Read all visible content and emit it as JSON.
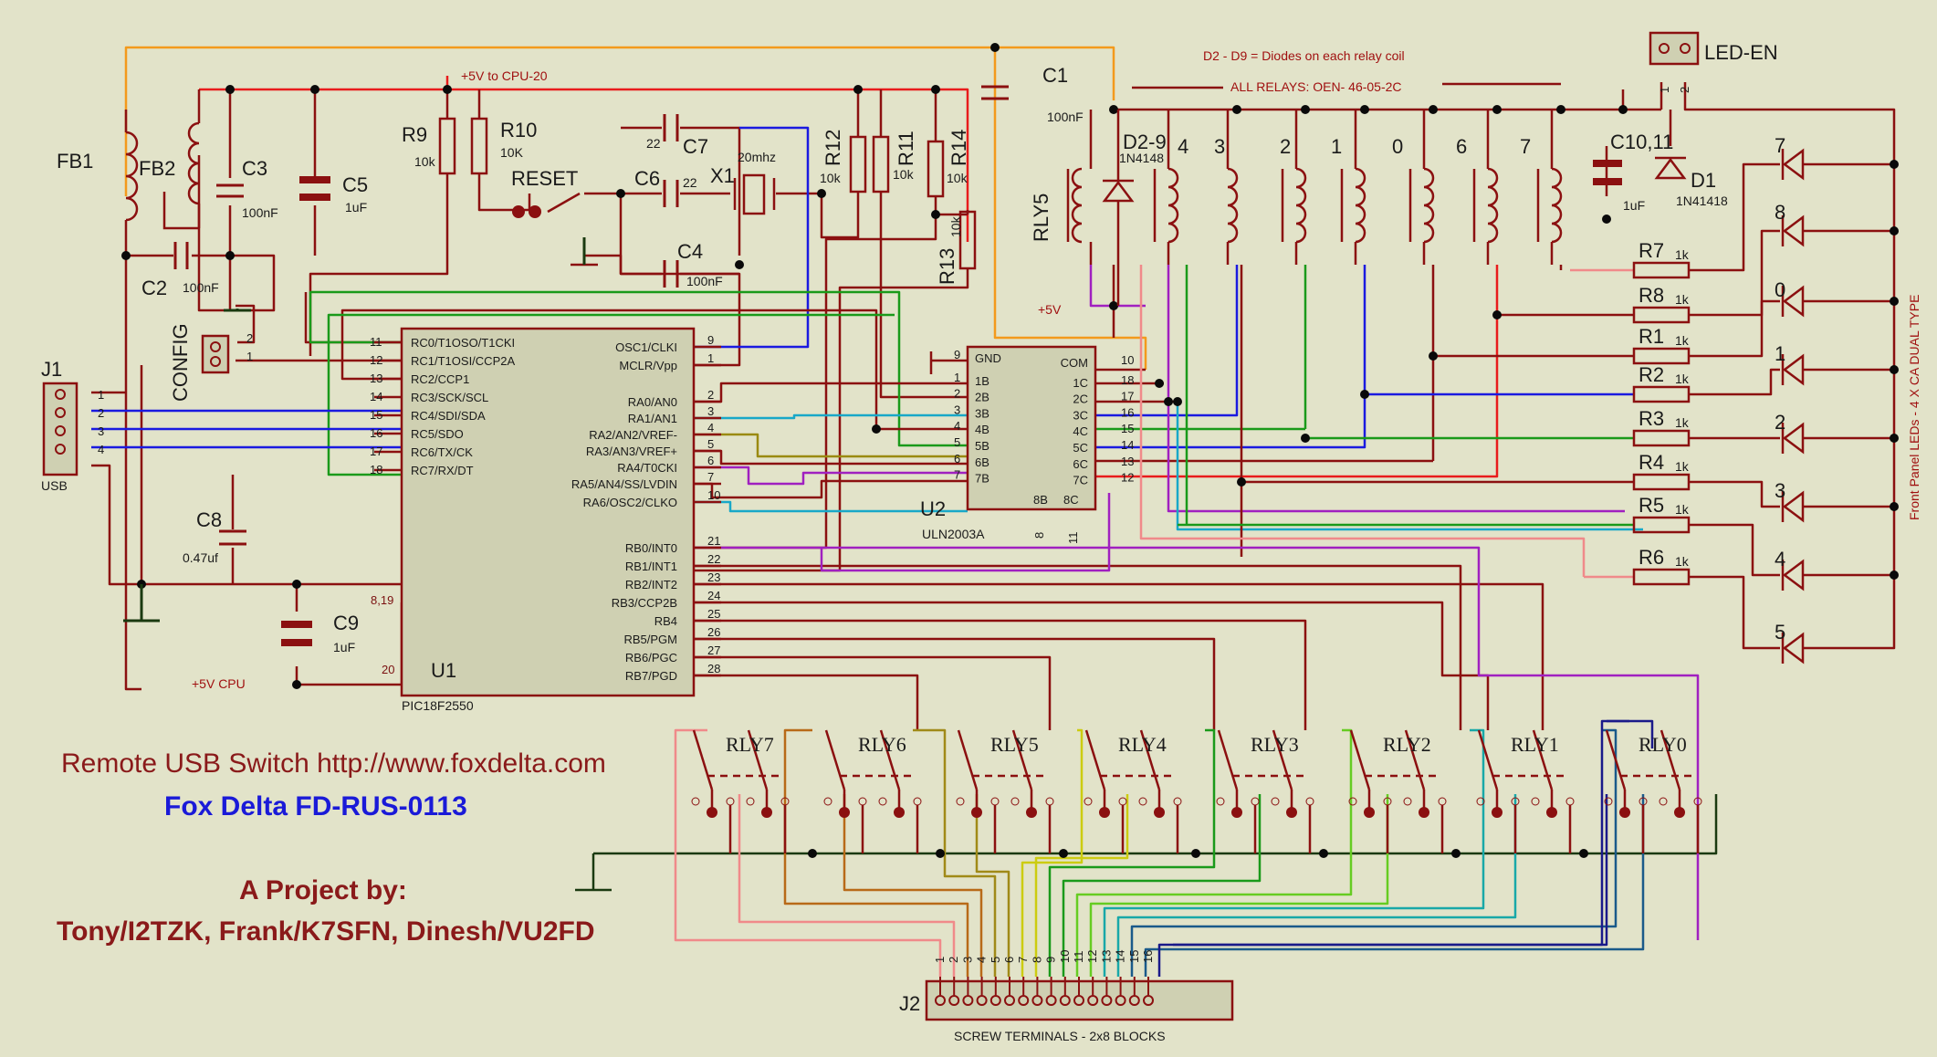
{
  "title": "Remote USB Switch http://www.foxdelta.com",
  "model": "Fox Delta FD-RUS-0113",
  "project_label": "A Project by:",
  "authors": "Tony/I2TZK, Frank/K7SFN, Dinesh/VU2FD",
  "notes": {
    "diodes": "D2 - D9 =  Diodes on each relay coil",
    "relays": "ALL RELAYS:  OEN- 46-05-2C",
    "cpu_supply": "+5V to CPU-20",
    "cpu_supply2": "+5V CPU",
    "plus5v": "+5V",
    "front_panel": "Front  Panel  LEDs - 4 X CA DUAL TYPE",
    "screw": "SCREW TERMINALS - 2x8 BLOCKS"
  },
  "components": {
    "fb1": "FB1",
    "fb2": "FB2",
    "c1": "C1",
    "c1v": "100nF",
    "c2": "C2",
    "c2v": "100nF",
    "c3": "C3",
    "c3v": "100nF",
    "c4": "C4",
    "c4v": "100nF",
    "c5": "C5",
    "c5v": "1uF",
    "c6": "C6",
    "c6v": "22",
    "c7": "C7",
    "c7v": "22",
    "c8": "C8",
    "c8v": "0.47uf",
    "c9": "C9",
    "c9v": "1uF",
    "c1011": "C10,11",
    "c1011v": "1uF",
    "r9": "R9",
    "r9v": "10k",
    "r10": "R10",
    "r10v": "10K",
    "r11": "R11",
    "r11v": "10k",
    "r12": "R12",
    "r12v": "10k",
    "r13": "R13",
    "r13v": "10k",
    "r14": "R14",
    "r14v": "10k",
    "x1": "X1",
    "x1v": "20mhz",
    "reset": "RESET",
    "config": "CONFIG",
    "j1": "J1",
    "usb": "USB",
    "j2": "J2",
    "led_en": "LED-EN",
    "d1": "D1",
    "d1v": "1N41418",
    "d29": "D2-9",
    "d29v": "1N4148",
    "rly5": "RLY5",
    "u1": "U1",
    "u1part": "PIC18F2550",
    "u2": "U2",
    "u2part": "ULN2003A"
  },
  "u1_left_pins": [
    {
      "num": "11",
      "name": "RC0/T1OSO/T1CKI"
    },
    {
      "num": "12",
      "name": "RC1/T1OSI/CCP2A"
    },
    {
      "num": "13",
      "name": "RC2/CCP1"
    },
    {
      "num": "14",
      "name": "RC3/SCK/SCL"
    },
    {
      "num": "15",
      "name": "RC4/SDI/SDA"
    },
    {
      "num": "16",
      "name": "RC5/SDO"
    },
    {
      "num": "17",
      "name": "RC6/TX/CK"
    },
    {
      "num": "18",
      "name": "RC7/RX/DT"
    }
  ],
  "u1_right_pins": [
    {
      "num": "9",
      "name": "OSC1/CLKI"
    },
    {
      "num": "1",
      "name": "MCLR/Vpp"
    },
    {
      "num": "2",
      "name": "RA0/AN0"
    },
    {
      "num": "3",
      "name": "RA1/AN1"
    },
    {
      "num": "4",
      "name": "RA2/AN2/VREF-"
    },
    {
      "num": "5",
      "name": "RA3/AN3/VREF+"
    },
    {
      "num": "6",
      "name": "RA4/T0CKI"
    },
    {
      "num": "7",
      "name": "RA5/AN4/SS/LVDIN"
    },
    {
      "num": "10",
      "name": "RA6/OSC2/CLKO"
    },
    {
      "num": "21",
      "name": "RB0/INT0"
    },
    {
      "num": "22",
      "name": "RB1/INT1"
    },
    {
      "num": "23",
      "name": "RB2/INT2"
    },
    {
      "num": "24",
      "name": "RB3/CCP2B"
    },
    {
      "num": "25",
      "name": "RB4"
    },
    {
      "num": "26",
      "name": "RB5/PGM"
    },
    {
      "num": "27",
      "name": "RB6/PGC"
    },
    {
      "num": "28",
      "name": "RB7/PGD"
    }
  ],
  "u1_gnd_pins": "8,19",
  "u1_vdd_pin": "20",
  "u2_left": [
    {
      "num": "9",
      "name": "GND"
    },
    {
      "num": "1",
      "name": "1B"
    },
    {
      "num": "2",
      "name": "2B"
    },
    {
      "num": "3",
      "name": "3B"
    },
    {
      "num": "4",
      "name": "4B"
    },
    {
      "num": "5",
      "name": "5B"
    },
    {
      "num": "6",
      "name": "6B"
    },
    {
      "num": "7",
      "name": "7B"
    }
  ],
  "u2_right": [
    {
      "num": "10",
      "name": "COM"
    },
    {
      "num": "18",
      "name": "1C"
    },
    {
      "num": "17",
      "name": "2C"
    },
    {
      "num": "16",
      "name": "3C"
    },
    {
      "num": "15",
      "name": "4C"
    },
    {
      "num": "14",
      "name": "5C"
    },
    {
      "num": "13",
      "name": "6C"
    },
    {
      "num": "12",
      "name": "7C"
    }
  ],
  "u2_bottom": {
    "p8": "8",
    "p11": "11",
    "b8": "8B",
    "c8": "8C"
  },
  "j1_pins": [
    "1",
    "2",
    "3",
    "4"
  ],
  "config_pins": [
    "2",
    "1"
  ],
  "led_en_pins": [
    "1",
    "2"
  ],
  "relay_coil_labels": [
    "4",
    "3",
    "2",
    "1",
    "0",
    "6",
    "7"
  ],
  "led_resistors": [
    {
      "name": "R7",
      "val": "1k"
    },
    {
      "name": "R8",
      "val": "1k"
    },
    {
      "name": "R1",
      "val": "1k"
    },
    {
      "name": "R2",
      "val": "1k"
    },
    {
      "name": "R3",
      "val": "1k"
    },
    {
      "name": "R4",
      "val": "1k"
    },
    {
      "name": "R5",
      "val": "1k"
    },
    {
      "name": "R6",
      "val": "1k"
    }
  ],
  "led_numbers": [
    "7",
    "8",
    "0",
    "1",
    "2",
    "3",
    "4",
    "5"
  ],
  "relay_contacts": [
    "RLY7",
    "RLY6",
    "RLY5",
    "RLY4",
    "RLY3",
    "RLY2",
    "RLY1",
    "RLY0"
  ],
  "j2_pins": [
    "1",
    "2",
    "3",
    "4",
    "5",
    "6",
    "7",
    "8",
    "9",
    "10",
    "11",
    "12",
    "13",
    "14",
    "15",
    "16"
  ],
  "colors": {
    "wire": "#8b1010",
    "supply": "#e81c1c",
    "orange": "#f39a1c",
    "blue": "#1a1ae0",
    "green": "#1a9a1a",
    "purple": "#a020c0",
    "cyan": "#18a8c8",
    "pink": "#f08a8a",
    "background": "#e2e3c9",
    "part_fill": "#cfd0b2"
  }
}
